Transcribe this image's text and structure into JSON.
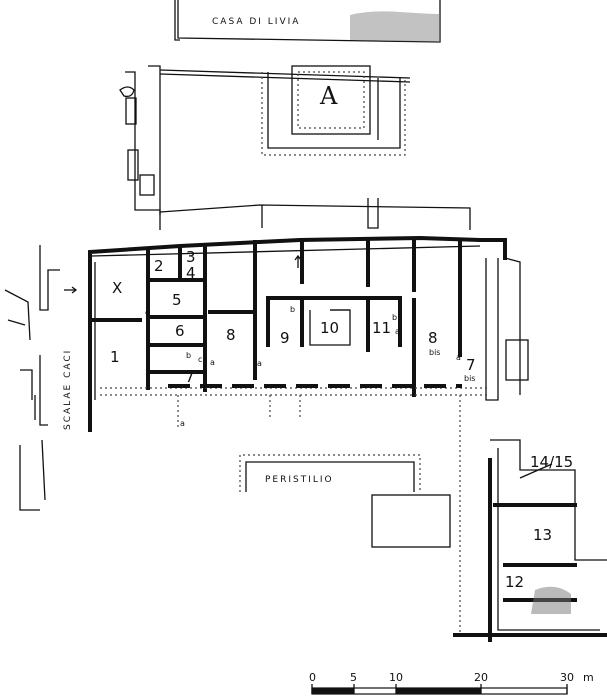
{
  "place_labels": {
    "casa_di_livia": "CASA DI LIVIA",
    "scalae_caci": "SCALAE CACI",
    "peristilio": "PERISTILIO",
    "area_a": "A"
  },
  "rooms": {
    "r1": "1",
    "r2": "2",
    "r3": "3",
    "r4": "4",
    "r5": "5",
    "r6": "6",
    "r7": "7",
    "r7bis": "7",
    "r8": "8",
    "r8bis": "8",
    "r9": "9",
    "r10": "10",
    "r11": "11",
    "r12": "12",
    "r13": "13",
    "r14_15": "14/15",
    "rx": "X"
  },
  "sub_labels": {
    "bis_8": "bis",
    "bis_7": "bis"
  },
  "door_letters": {
    "a1": "a",
    "a2": "a",
    "a3": "a",
    "a4": "a",
    "a5": "a",
    "b1": "b",
    "b2": "b",
    "b3": "b",
    "c1": "c",
    "c2": "c"
  },
  "scale_bar": {
    "ticks": [
      "0",
      "5",
      "10",
      "20",
      "30"
    ],
    "unit": "m"
  },
  "icons": {
    "direction_arrow": "arrow-right-icon",
    "stairs_arrow": "arrow-up-icon"
  }
}
